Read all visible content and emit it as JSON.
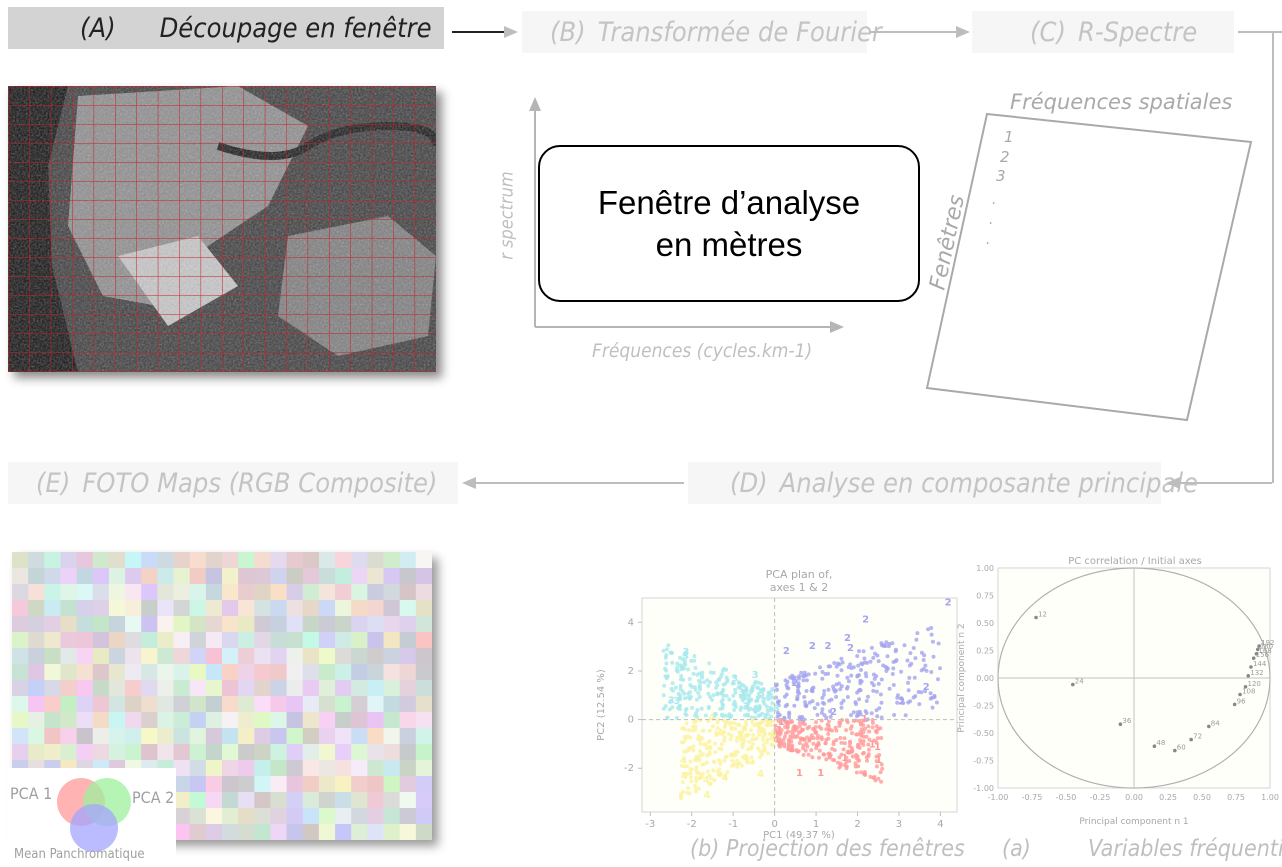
{
  "steps": {
    "a": {
      "letter": "(A)",
      "label": "Découpage en fenêtre"
    },
    "b": {
      "letter": "(B)",
      "label": "Transformée de Fourier"
    },
    "c": {
      "letter": "(C)",
      "label": "R-Spectre"
    },
    "d": {
      "letter": "(D)",
      "label": "Analyse en composante principale"
    },
    "e": {
      "letter": "(E)",
      "label": "FOTO Maps (RGB Composite)"
    }
  },
  "fourier": {
    "y_label": "r spectrum",
    "x_label": "Fréquences (cycles.km-1)"
  },
  "callout": {
    "line1": "Fenêtre d’analyse",
    "line2": "en mètres"
  },
  "rspectre": {
    "top_label": "Fréquences spatiales",
    "side_label": "Fenêtres",
    "row_numbers": [
      "1",
      "2",
      "3"
    ],
    "dots": [
      ".",
      ".",
      "."
    ]
  },
  "legend": {
    "pca1": "PCA 1",
    "pca2": "PCA 2",
    "mean": "Mean Panchromatique",
    "colors": {
      "pca1": "#ff9a9a",
      "pca2": "#9ef09e",
      "mean": "#a4a4ff"
    }
  },
  "captions": {
    "projection": "(b) Projection des fenêtres",
    "variables_letter": "(a)",
    "variables_label": "Variables fréquentielle"
  },
  "chart_data": [
    {
      "type": "scatter",
      "title": "PCA plan of,\naxes 1 & 2",
      "title_line1": "PCA plan of,",
      "title_line2": "axes 1 & 2",
      "xlabel": "PC1 (49.37 %)",
      "ylabel": "PC2 (12.54 %)",
      "xlim": [
        -3.2,
        4.4
      ],
      "ylim": [
        -3.8,
        5.0
      ],
      "xticks": [
        -3,
        -2,
        -1,
        0,
        1,
        2,
        3,
        4
      ],
      "yticks": [
        -2,
        0,
        2,
        4
      ],
      "grid": false,
      "series": [
        {
          "cluster": "1",
          "color": "#ff9a9a",
          "x_range": [
            0,
            2.6
          ],
          "y_range": [
            -2.6,
            0
          ]
        },
        {
          "cluster": "2",
          "color": "#a4a4f0",
          "x_range": [
            0,
            4
          ],
          "y_range": [
            0,
            4
          ]
        },
        {
          "cluster": "3",
          "color": "#a8e8ee",
          "x_range": [
            -2.7,
            0
          ],
          "y_range": [
            0,
            3.2
          ]
        },
        {
          "cluster": "4",
          "color": "#fbf3a0",
          "x_range": [
            -2.3,
            0
          ],
          "y_range": [
            -3.3,
            0
          ]
        }
      ],
      "annotations": [
        "1",
        "2",
        "3",
        "4"
      ]
    },
    {
      "type": "scatter",
      "title": "PC correlation / Initial axes",
      "xlabel": "Principal component n 1",
      "ylabel": "Principal component n 2",
      "xlim": [
        -1.0,
        1.0
      ],
      "ylim": [
        -1.0,
        1.0
      ],
      "xticks": [
        -1.0,
        -0.75,
        -0.5,
        -0.25,
        0.0,
        0.25,
        0.5,
        0.75,
        1.0
      ],
      "yticks": [
        -1.0,
        -0.75,
        -0.5,
        -0.25,
        0.0,
        0.25,
        0.5,
        0.75,
        1.0
      ],
      "xtick_labels": [
        "-1.00",
        "-0.75",
        "-0.50",
        "-0.25",
        "0.00",
        "0.25",
        "0.50",
        "0.75",
        "1.00"
      ],
      "ytick_labels": [
        "-1.00",
        "-0.75",
        "-0.50",
        "-0.25",
        "0.00",
        "0.25",
        "0.50",
        "0.75",
        "1.00"
      ],
      "grid": false,
      "points": [
        {
          "label": "12",
          "x": -0.72,
          "y": 0.55
        },
        {
          "label": "24",
          "x": -0.45,
          "y": -0.06
        },
        {
          "label": "36",
          "x": -0.1,
          "y": -0.42
        },
        {
          "label": "48",
          "x": 0.15,
          "y": -0.62
        },
        {
          "label": "60",
          "x": 0.3,
          "y": -0.66
        },
        {
          "label": "72",
          "x": 0.42,
          "y": -0.56
        },
        {
          "label": "84",
          "x": 0.55,
          "y": -0.44
        },
        {
          "label": "96",
          "x": 0.74,
          "y": -0.24
        },
        {
          "label": "108",
          "x": 0.78,
          "y": -0.15
        },
        {
          "label": "120",
          "x": 0.82,
          "y": -0.08
        },
        {
          "label": "132",
          "x": 0.84,
          "y": 0.02
        },
        {
          "label": "144",
          "x": 0.86,
          "y": 0.1
        },
        {
          "label": "156",
          "x": 0.88,
          "y": 0.18
        },
        {
          "label": "168",
          "x": 0.9,
          "y": 0.22
        },
        {
          "label": "180",
          "x": 0.91,
          "y": 0.26
        },
        {
          "label": "192",
          "x": 0.92,
          "y": 0.29
        }
      ]
    }
  ]
}
